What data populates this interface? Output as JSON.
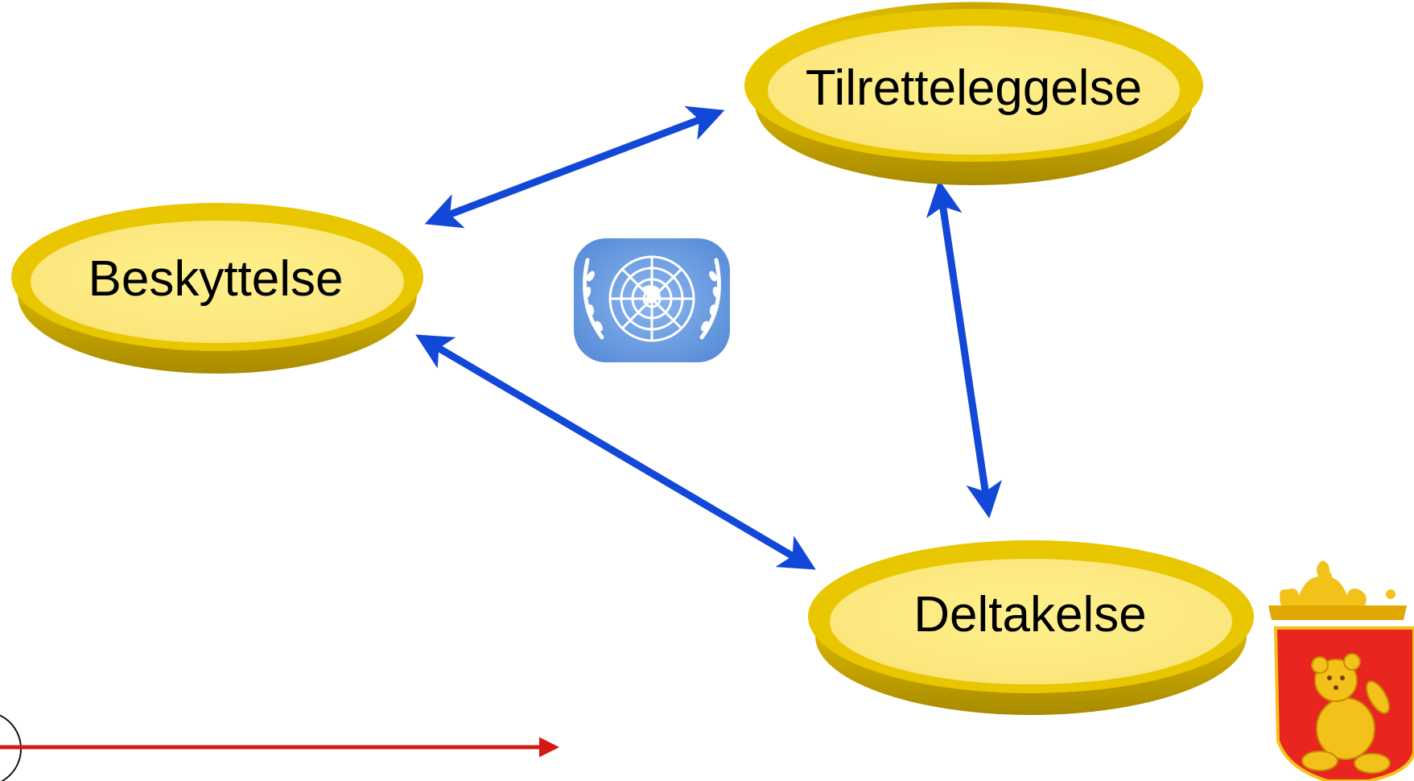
{
  "nodes": {
    "tilretteleggelse": {
      "label": "Tilretteleggelse"
    },
    "beskyttelse": {
      "label": "Beskyttelse"
    },
    "deltakelse": {
      "label": "Deltakelse"
    }
  },
  "emblems": {
    "un": {
      "icon": "un-emblem-icon",
      "colors": {
        "background": "#6a9be0",
        "wreath": "#ffffff"
      }
    },
    "coat_of_arms": {
      "icon": "teddy-bear-coat-of-arms-icon",
      "colors": {
        "shield": "#e8261f",
        "crown": "#f2c21a",
        "bear": "#f2c21a"
      }
    }
  },
  "colors": {
    "connector": "#1248d8",
    "timeline": "#d21a12",
    "disc_rim": "#d6b400",
    "disc_face": "#fce97e"
  }
}
